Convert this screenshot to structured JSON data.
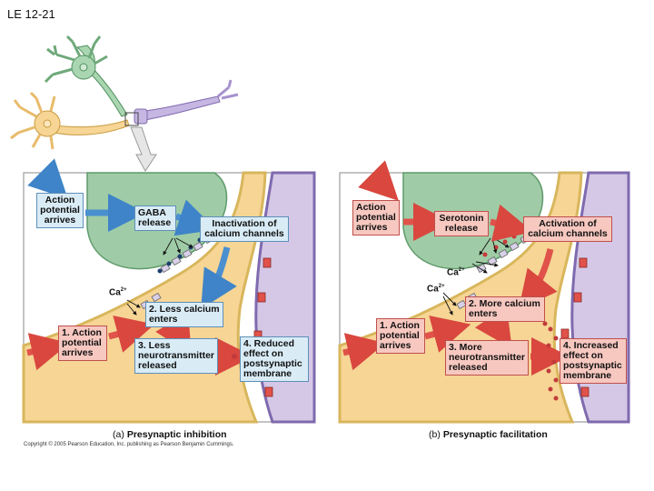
{
  "slide_id": "LE 12-21",
  "panel_a": {
    "tag": "(a)",
    "caption": "Presynaptic inhibition",
    "label_action_top": "Action potential arrives",
    "label_transmitter": "GABA release",
    "label_channel": "Inactivation of calcium channels",
    "label_step1": "1. Action potential arrives",
    "label_step2": "2. Less calcium enters",
    "label_step3": "3. Less neurotransmitter released",
    "label_step4": "4. Reduced effect on postsynaptic membrane",
    "ion": "Ca",
    "ion_charge": "2+"
  },
  "panel_b": {
    "tag": "(b)",
    "caption": "Presynaptic facilitation",
    "label_action_top": "Action potential arrives",
    "label_transmitter": "Serotonin release",
    "label_channel": "Activation of calcium channels",
    "label_step1": "1. Action potential arrives",
    "label_step2": "2. More calcium enters",
    "label_step3": "3. More neurotransmitter released",
    "label_step4": "4. Increased effect on postsynaptic membrane",
    "ion": "Ca",
    "ion_charge": "2+"
  },
  "copyright": "Copyright © 2005 Pearson Education, Inc. publishing as Pearson Benjamin Cummings.",
  "colors": {
    "inhibition_arrow": "#4a8fd0",
    "facilitation_arrow": "#e0524a",
    "axon_fill": "#f6d595",
    "modulator_fill": "#9fcca6",
    "postsynaptic_fill": "#d4c8e6"
  }
}
